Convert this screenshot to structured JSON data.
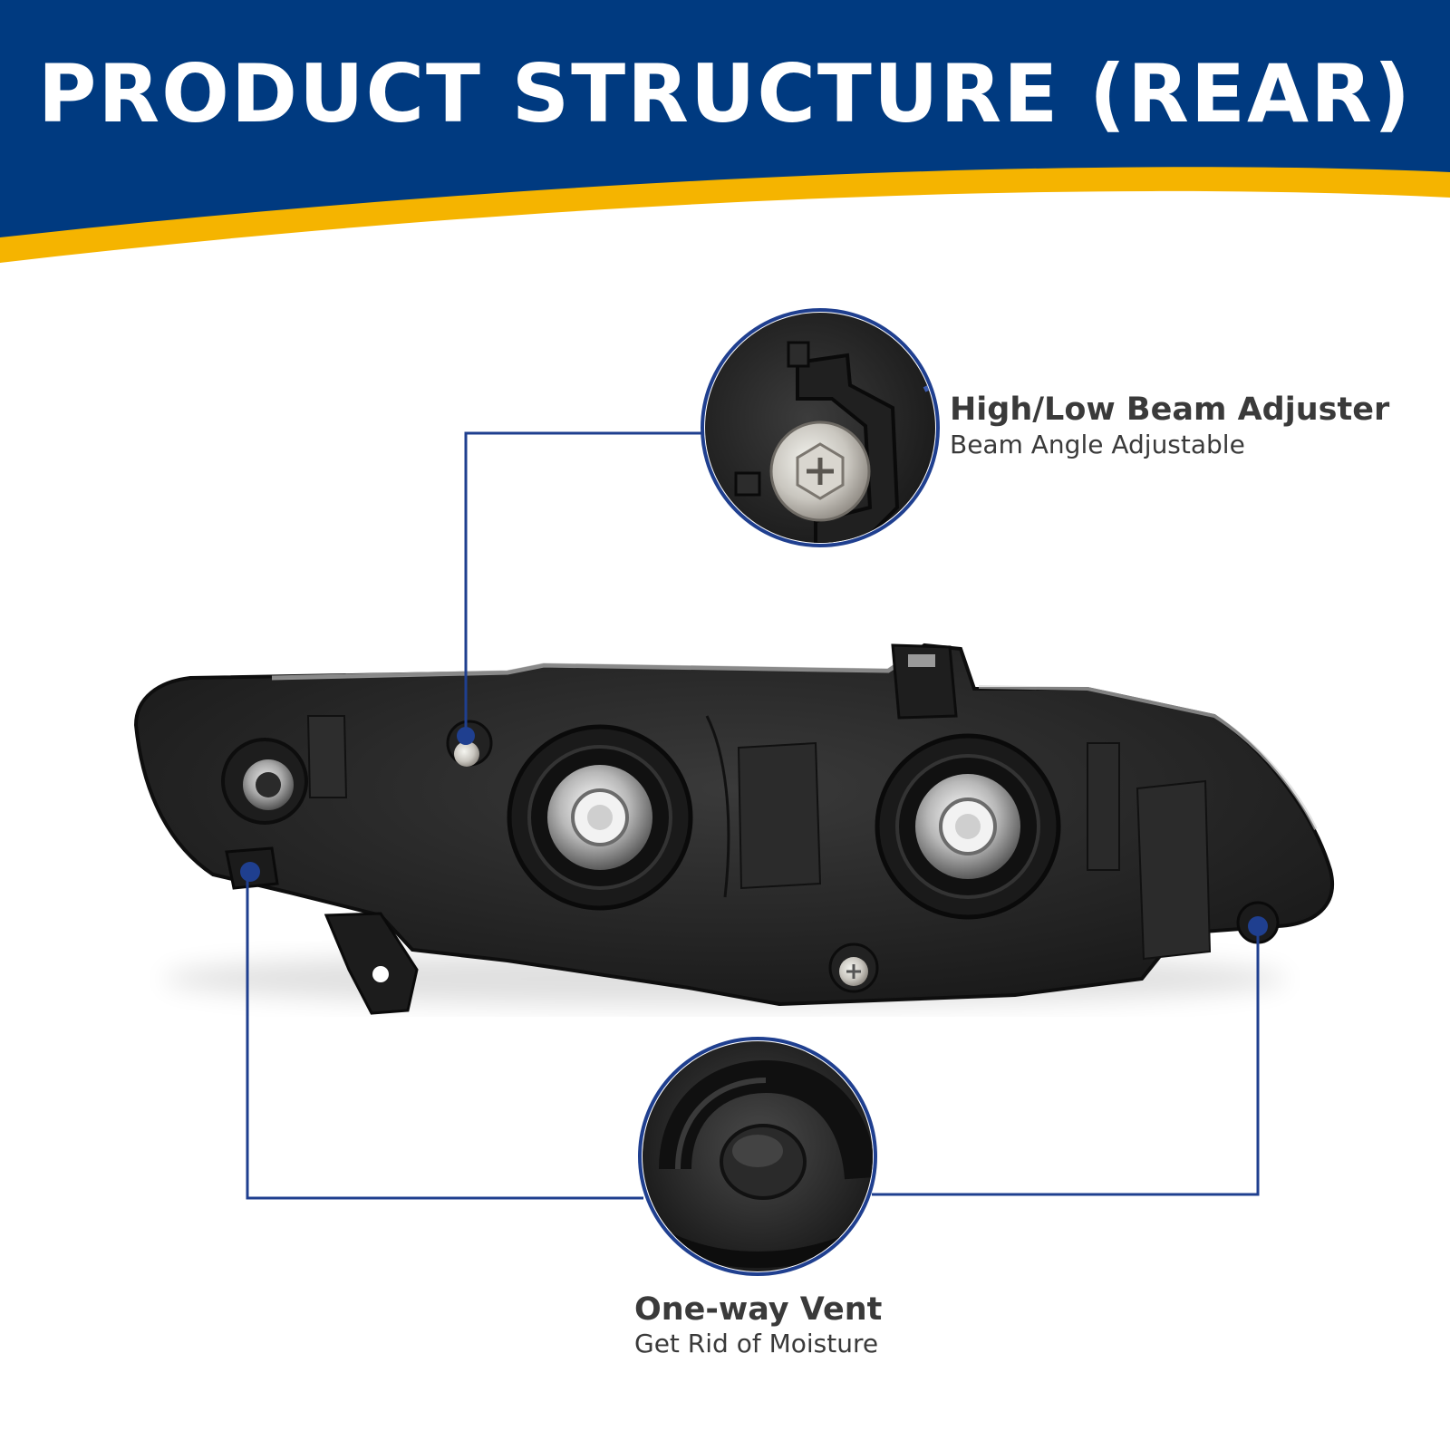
{
  "header": {
    "title": "PRODUCT STRUCTURE (REAR)"
  },
  "callouts": [
    {
      "title": "High/Low Beam Adjuster",
      "subtitle": "Beam Angle Adjustable"
    },
    {
      "title": "One-way Vent",
      "subtitle": "Get Rid of Moisture"
    }
  ],
  "colors": {
    "header_blue": "#003a80",
    "accent_yellow": "#f5b400",
    "connector_blue": "#1f3f8f",
    "housing_dark": "#262626",
    "text_dark": "#3a3a3a"
  }
}
